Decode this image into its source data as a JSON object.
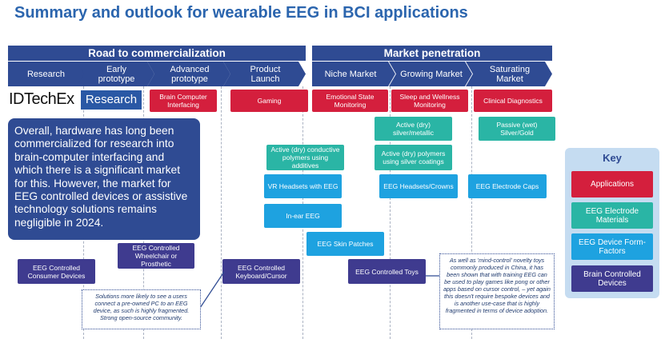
{
  "title": "Summary and outlook for wearable EEG in BCI applications",
  "bands": {
    "commercialization": "Road to commercialization",
    "penetration": "Market penetration"
  },
  "stages": [
    "Research",
    "Early prototype",
    "Advanced prototype",
    "Product Launch",
    "Niche Market",
    "Growing Market",
    "Saturating Market"
  ],
  "logo": {
    "wordmark": "IDTechEx",
    "badge": "Research"
  },
  "applications": [
    "Brain Computer Interfacing",
    "Gaming",
    "Emotional State Monitoring",
    "Sleep and Wellness Monitoring",
    "Clinical Diagnostics"
  ],
  "materials": [
    "Active (dry) silver/metallic",
    "Passive (wet) Silver/Gold",
    "Active (dry) conductive polymers using additives",
    "Active (dry) polymers using silver coatings"
  ],
  "form_factors": [
    "VR Headsets with EEG",
    "EEG Headsets/Crowns",
    "EEG Electrode Caps",
    "In-ear EEG",
    "EEG Skin Patches"
  ],
  "controlled_devices": [
    "EEG Controlled Wheelchair or Prosthetic",
    "EEG Controlled Consumer Devices",
    "EEG Controlled Keyboard/Cursor",
    "EEG Controlled Toys"
  ],
  "summary": "Overall, hardware has long been commercialized for research into brain-computer interfacing and which there is a significant market for this. However, the market for EEG controlled devices or assistive technology solutions remains negligible in 2024.",
  "notes": {
    "left": "Solutions more likely to see a users connect a pre-owned PC to an EEG device, as such is highly fragmented. Strong open-source community.",
    "right": "As well as 'mind-control' novelty toys commonly produced in China, it has been shown that with training EEG can be used to play games like pong or other apps based on cursor control, – yet again this doesn't require bespoke devices and is another use-case that is highly fragmented in terms of device adoption."
  },
  "key": {
    "title": "Key",
    "items": [
      "Applications",
      "EEG Electrode Materials",
      "EEG Device Form-Factors",
      "Brain Controlled Devices"
    ]
  },
  "colors": {
    "navy": "#2f4b93",
    "applications": "#d41f3d",
    "materials": "#2ab5a5",
    "form_factors": "#1ea2e0",
    "devices": "#3f3b8f",
    "key_bg": "#c5dcf1"
  }
}
